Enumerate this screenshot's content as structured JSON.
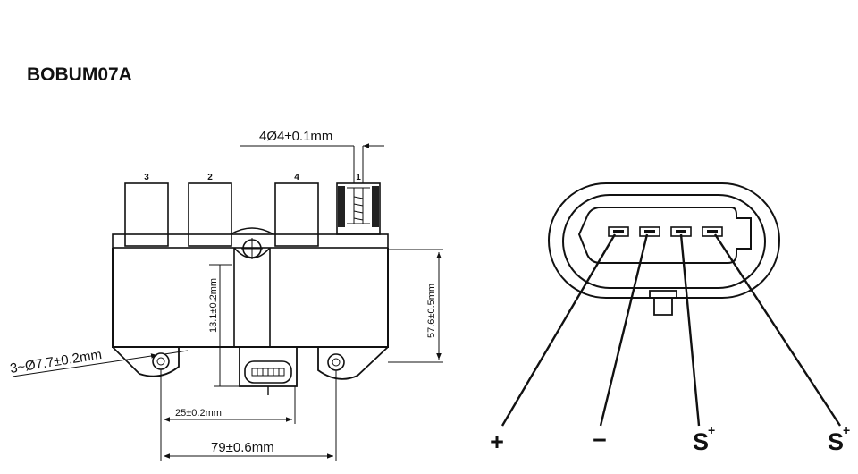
{
  "title": "BOBUM07A",
  "dimensions": {
    "pin_hole": "4Ø4±0.1mm",
    "mount_hole": "3~Ø7.7±0.2mm",
    "height_small": "13.1±0.2mm",
    "height_total": "57.6±0.5mm",
    "offset": "25±0.2mm",
    "width": "79±0.6mm"
  },
  "tower_labels": [
    "3",
    "2",
    "4",
    "1"
  ],
  "terminals": {
    "plus": {
      "sign": "+"
    },
    "minus": {
      "sign": "−"
    },
    "s1": {
      "base": "S",
      "sup": "+"
    },
    "s2": {
      "base": "S",
      "sup": "+"
    }
  }
}
